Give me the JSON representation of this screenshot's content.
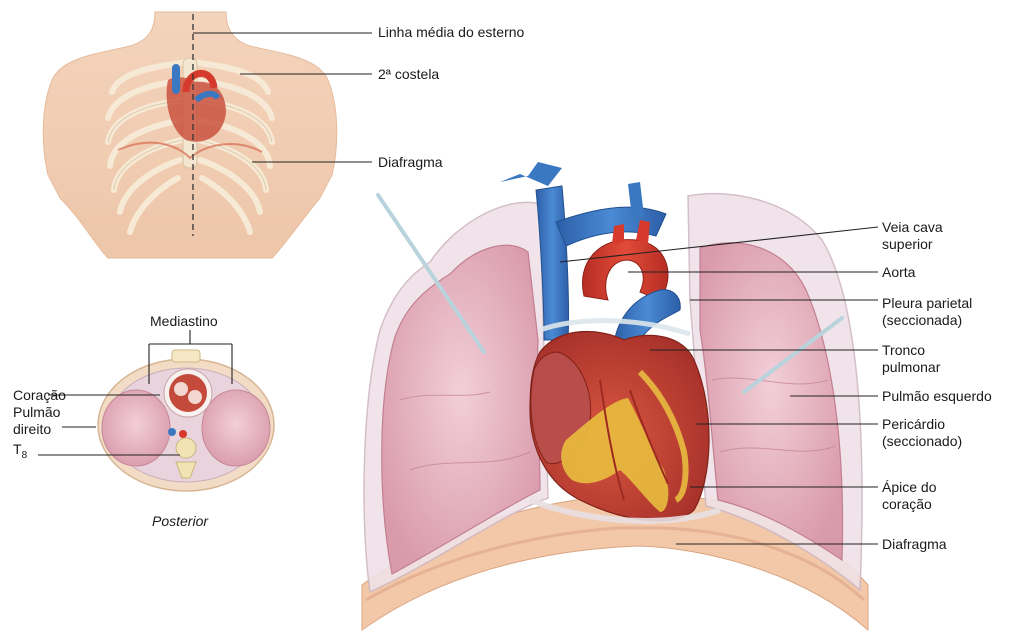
{
  "labels": {
    "linha_media": "Linha média do esterno",
    "costela": "2ª costela",
    "diafragma_top": "Diafragma",
    "mediastino": "Mediastino",
    "coracao": "Coração",
    "pulmao_direito_1": "Pulmão",
    "pulmao_direito_2": "direito",
    "t8_letter": "T",
    "t8_sub": "8",
    "posterior": "Posterior",
    "veia_cava_1": "Veia cava",
    "veia_cava_2": "superior",
    "aorta": "Aorta",
    "pleura_1": "Pleura parietal",
    "pleura_2": "(seccionada)",
    "tronco_1": "Tronco",
    "tronco_2": "pulmonar",
    "pulmao_esquerdo": "Pulmão esquerdo",
    "pericardio_1": "Pericárdio",
    "pericardio_2": "(seccionado)",
    "apice_1": "Ápice do",
    "apice_2": "coração",
    "diafragma_bottom": "Diafragma"
  },
  "colors": {
    "skin": "#f1cfb4",
    "lung": "#e9b9c4",
    "pleura": "#e8dde4",
    "heart": "#c9463a",
    "fat": "#e6b83e",
    "vein": "#3a78c2",
    "aorta": "#d53a2c"
  }
}
